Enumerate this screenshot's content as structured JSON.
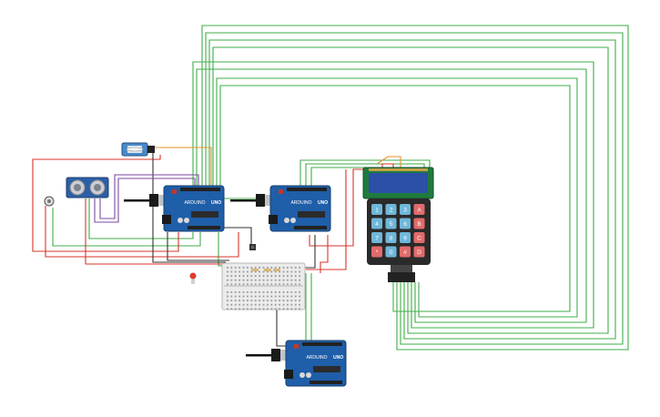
{
  "components": {
    "arduinos": [
      {
        "brand": "ARDUINO",
        "model": "UNO"
      },
      {
        "brand": "ARDUINO",
        "model": "UNO"
      },
      {
        "brand": "ARDUINO",
        "model": "UNO"
      }
    ],
    "keypad": {
      "keys": [
        "1",
        "2",
        "3",
        "A",
        "4",
        "5",
        "6",
        "B",
        "7",
        "8",
        "9",
        "C",
        "*",
        "0",
        "#",
        "D"
      ]
    },
    "colors": {
      "arduino": "#1f5ea8",
      "wire_green": "#3fae49",
      "wire_red": "#d9342b",
      "wire_black": "#333333",
      "wire_purple": "#7b4aa0",
      "wire_orange": "#e8902a",
      "lcd_screen": "#2c4fa8",
      "lcd_body": "#1f7a3d",
      "keypad_blue": "#6fb7d9",
      "keypad_red": "#e26a6a"
    }
  }
}
